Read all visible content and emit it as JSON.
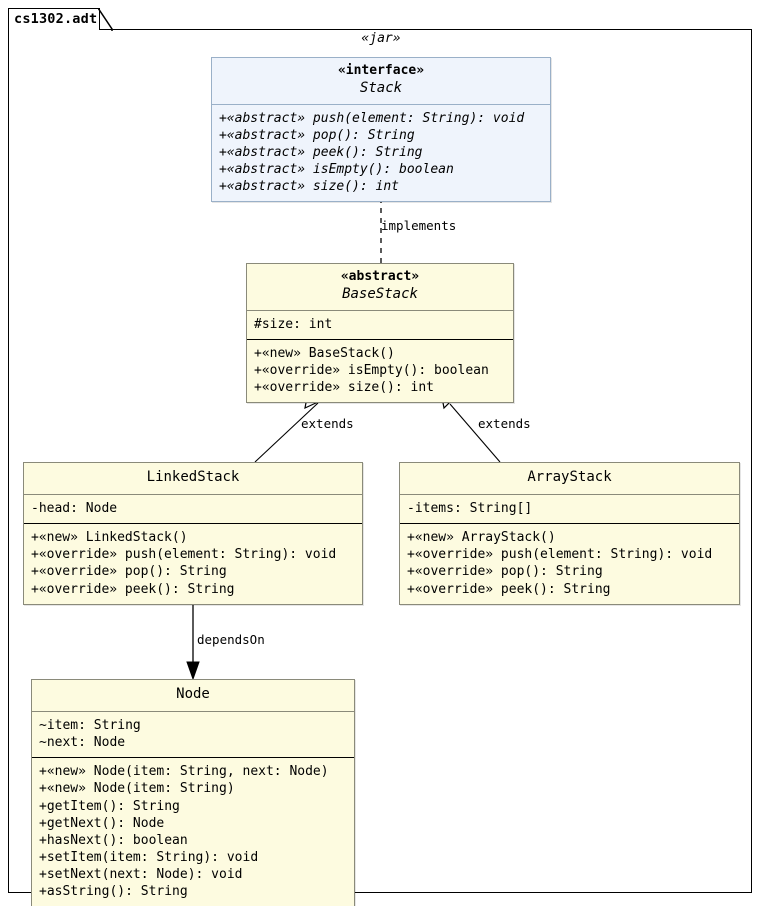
{
  "package": {
    "tab_label": "cs1302.adt",
    "stereotype": "«jar»"
  },
  "classes": {
    "stack": {
      "stereotype": "«interface»",
      "name": "Stack",
      "attributes": [],
      "operations": [
        "+«abstract» push(element: String): void",
        "+«abstract» pop(): String",
        "+«abstract» peek(): String",
        "+«abstract» isEmpty(): boolean",
        "+«abstract» size(): int"
      ]
    },
    "basestack": {
      "stereotype": "«abstract»",
      "name": "BaseStack",
      "attributes": [
        "#size: int"
      ],
      "operations": [
        "+«new» BaseStack()",
        "+«override» isEmpty(): boolean",
        "+«override» size(): int"
      ]
    },
    "linkedstack": {
      "stereotype": "",
      "name": "LinkedStack",
      "attributes": [
        "-head: Node"
      ],
      "operations": [
        "+«new» LinkedStack()",
        "+«override» push(element: String): void",
        "+«override» pop(): String",
        "+«override» peek(): String"
      ]
    },
    "arraystack": {
      "stereotype": "",
      "name": "ArrayStack",
      "attributes": [
        "-items: String[]"
      ],
      "operations": [
        "+«new» ArrayStack()",
        "+«override» push(element: String): void",
        "+«override» pop(): String",
        "+«override» peek(): String"
      ]
    },
    "node": {
      "stereotype": "",
      "name": "Node",
      "attributes": [
        "~item: String",
        "~next: Node"
      ],
      "operations": [
        "+«new» Node(item: String, next: Node)",
        "+«new» Node(item: String)",
        "+getItem(): String",
        "+getNext(): Node",
        "+hasNext(): boolean",
        "+setItem(item: String): void",
        "+setNext(next: Node): void",
        "+asString(): String"
      ]
    }
  },
  "relationships": [
    {
      "id": "implements",
      "label": "implements",
      "from": "BaseStack",
      "to": "Stack",
      "line": "dashed",
      "arrow": "hollow-triangle"
    },
    {
      "id": "extends-linked",
      "label": "extends",
      "from": "LinkedStack",
      "to": "BaseStack",
      "line": "solid",
      "arrow": "hollow-triangle"
    },
    {
      "id": "extends-array",
      "label": "extends",
      "from": "ArrayStack",
      "to": "BaseStack",
      "line": "solid",
      "arrow": "hollow-triangle"
    },
    {
      "id": "dependsOn",
      "label": "dependsOn",
      "from": "LinkedStack",
      "to": "Node",
      "line": "solid",
      "arrow": "filled-arrow"
    }
  ],
  "colors": {
    "class_fill": "#fdfbe0",
    "interface_fill": "#eff4fc",
    "border": "#8a8a7a",
    "line": "#000000"
  }
}
